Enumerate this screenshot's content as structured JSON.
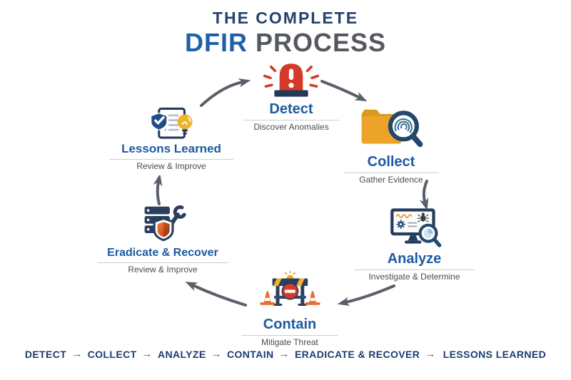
{
  "title": {
    "pre": "THE COMPLETE",
    "accent": "DFIR",
    "rest": "PROCESS"
  },
  "steps": [
    {
      "label": "Detect",
      "subtitle": "Discover Anomalies",
      "icon": "siren-alert-icon"
    },
    {
      "label": "Collect",
      "subtitle": "Gather Evidence",
      "icon": "folder-fingerprint-magnifier-icon"
    },
    {
      "label": "Analyze",
      "subtitle": "Investigate & Determine",
      "icon": "monitor-malware-magnifier-icon"
    },
    {
      "label": "Contain",
      "subtitle": "Mitigate Threat",
      "icon": "barricade-traffic-cones-icon"
    },
    {
      "label": "Eradicate & Recover",
      "subtitle": "Review & Improve",
      "icon": "server-shield-wrench-icon"
    },
    {
      "label": "Lessons Learned",
      "subtitle": "Review & Improve",
      "icon": "report-shield-check-lightbulb-icon"
    }
  ],
  "footer": {
    "sequence": [
      "DETECT",
      "COLLECT",
      "ANALYZE",
      "CONTAIN",
      "ERADICATE & RECOVER",
      "LESSONS LEARNED"
    ],
    "separator": "→"
  },
  "colors": {
    "accent_blue": "#1f60a8",
    "navy_text": "#24426e",
    "label_blue": "#1d5aa0",
    "subtitle_gray": "#474c52",
    "arrow_gray": "#5a606a",
    "alert_red": "#d43a28",
    "folder_yellow": "#eca428",
    "cone_orange": "#e96e2d",
    "bulb_yellow": "#f0b42a",
    "icon_navy": "#2a3f5f"
  }
}
